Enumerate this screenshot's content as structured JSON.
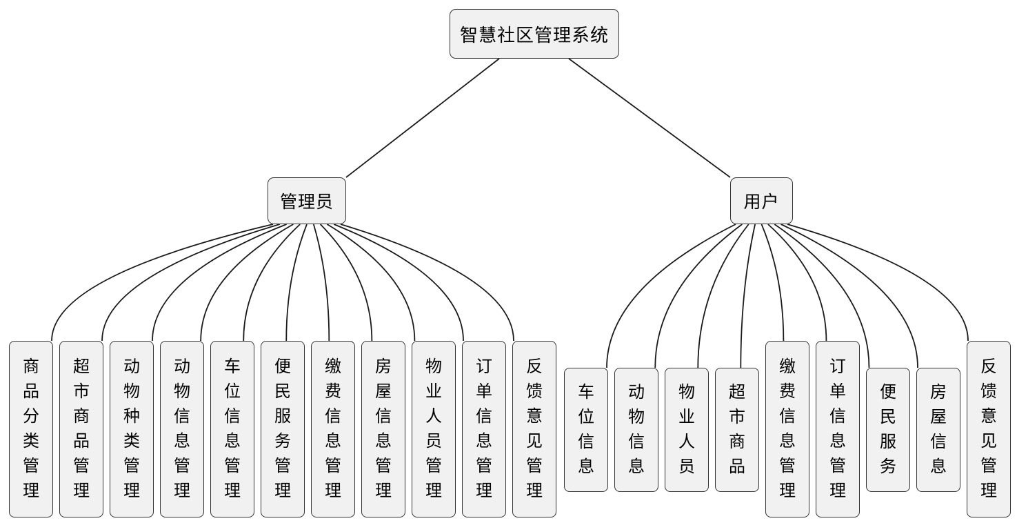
{
  "tree": {
    "root": {
      "label": "智慧社区管理系统"
    },
    "branches": [
      {
        "id": "admin",
        "label": "管理员",
        "children": [
          "商品分类管理",
          "超市商品管理",
          "动物种类管理",
          "动物信息管理",
          "车位信息管理",
          "便民服务管理",
          "缴费信息管理",
          "房屋信息管理",
          "物业人员管理",
          "订单信息管理",
          "反馈意见管理"
        ]
      },
      {
        "id": "user",
        "label": "用户",
        "children": [
          "车位信息",
          "动物信息",
          "物业人员",
          "超市商品",
          "缴费信息管理",
          "订单信息管理",
          "便民服务",
          "房屋信息",
          "反馈意见管理"
        ]
      }
    ]
  },
  "colors": {
    "background": "#ffffff",
    "node_fill": "#f1f1f1",
    "node_border": "#333333",
    "connector": "#1a1a1a",
    "text": "#000000"
  }
}
